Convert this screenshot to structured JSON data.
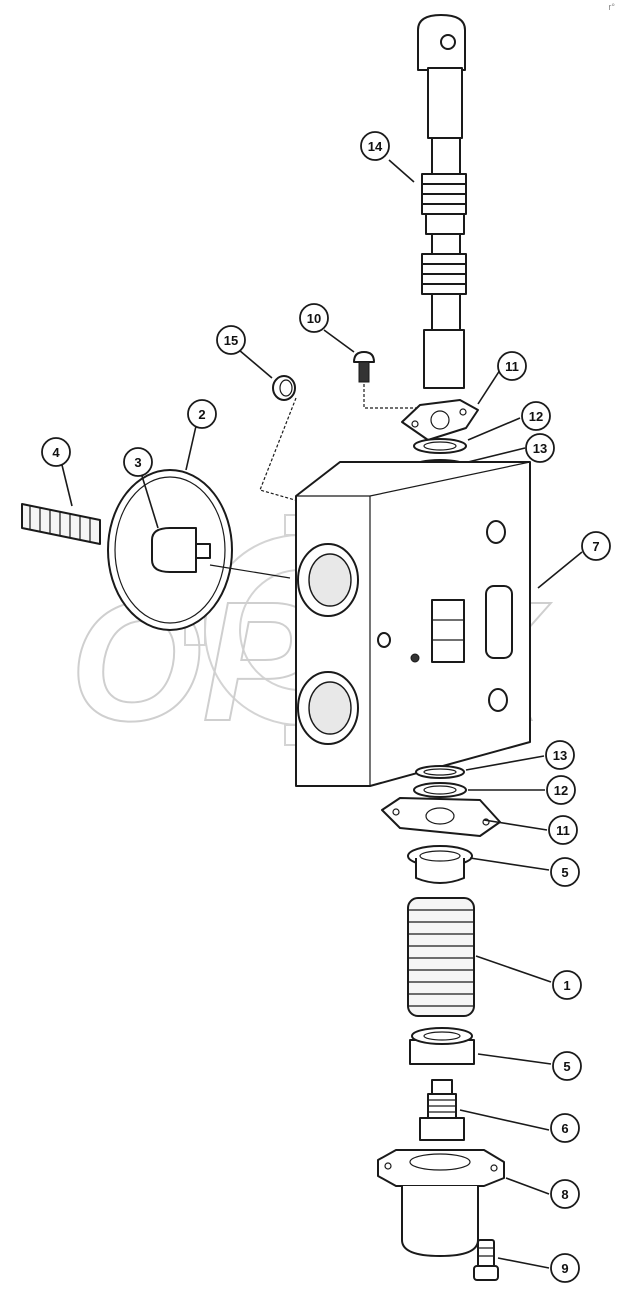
{
  "watermark": {
    "text": "OPEX"
  },
  "corner_mark": "r°",
  "callouts": [
    {
      "id": "c14",
      "label": "14"
    },
    {
      "id": "c10",
      "label": "10"
    },
    {
      "id": "c15",
      "label": "15"
    },
    {
      "id": "c11a",
      "label": "11"
    },
    {
      "id": "c2",
      "label": "2"
    },
    {
      "id": "c12a",
      "label": "12"
    },
    {
      "id": "c13a",
      "label": "13"
    },
    {
      "id": "c4",
      "label": "4"
    },
    {
      "id": "c3",
      "label": "3"
    },
    {
      "id": "c7",
      "label": "7"
    },
    {
      "id": "c13b",
      "label": "13"
    },
    {
      "id": "c12b",
      "label": "12"
    },
    {
      "id": "c11b",
      "label": "11"
    },
    {
      "id": "c5a",
      "label": "5"
    },
    {
      "id": "c1",
      "label": "1"
    },
    {
      "id": "c5b",
      "label": "5"
    },
    {
      "id": "c6",
      "label": "6"
    },
    {
      "id": "c8",
      "label": "8"
    },
    {
      "id": "c9",
      "label": "9"
    }
  ]
}
